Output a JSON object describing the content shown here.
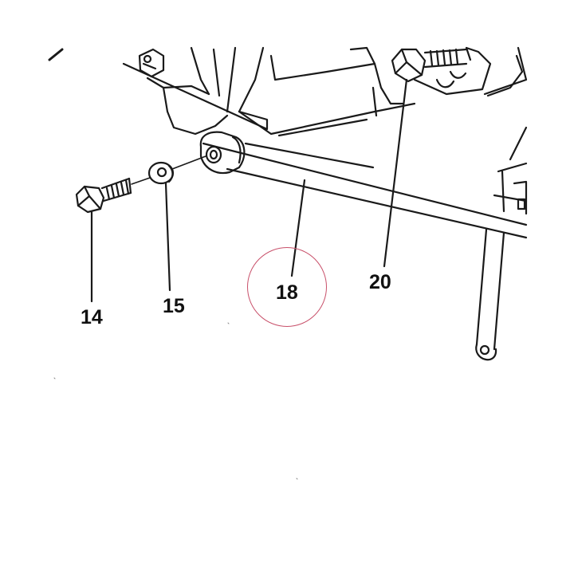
{
  "labels": {
    "bolt": "14",
    "washer": "15",
    "rod": "18",
    "upper_bolt": "20"
  },
  "colors": {
    "line": "#1a1a1a",
    "highlight": "#c8506a"
  },
  "icons": {
    "highlight": "circle-outline"
  }
}
